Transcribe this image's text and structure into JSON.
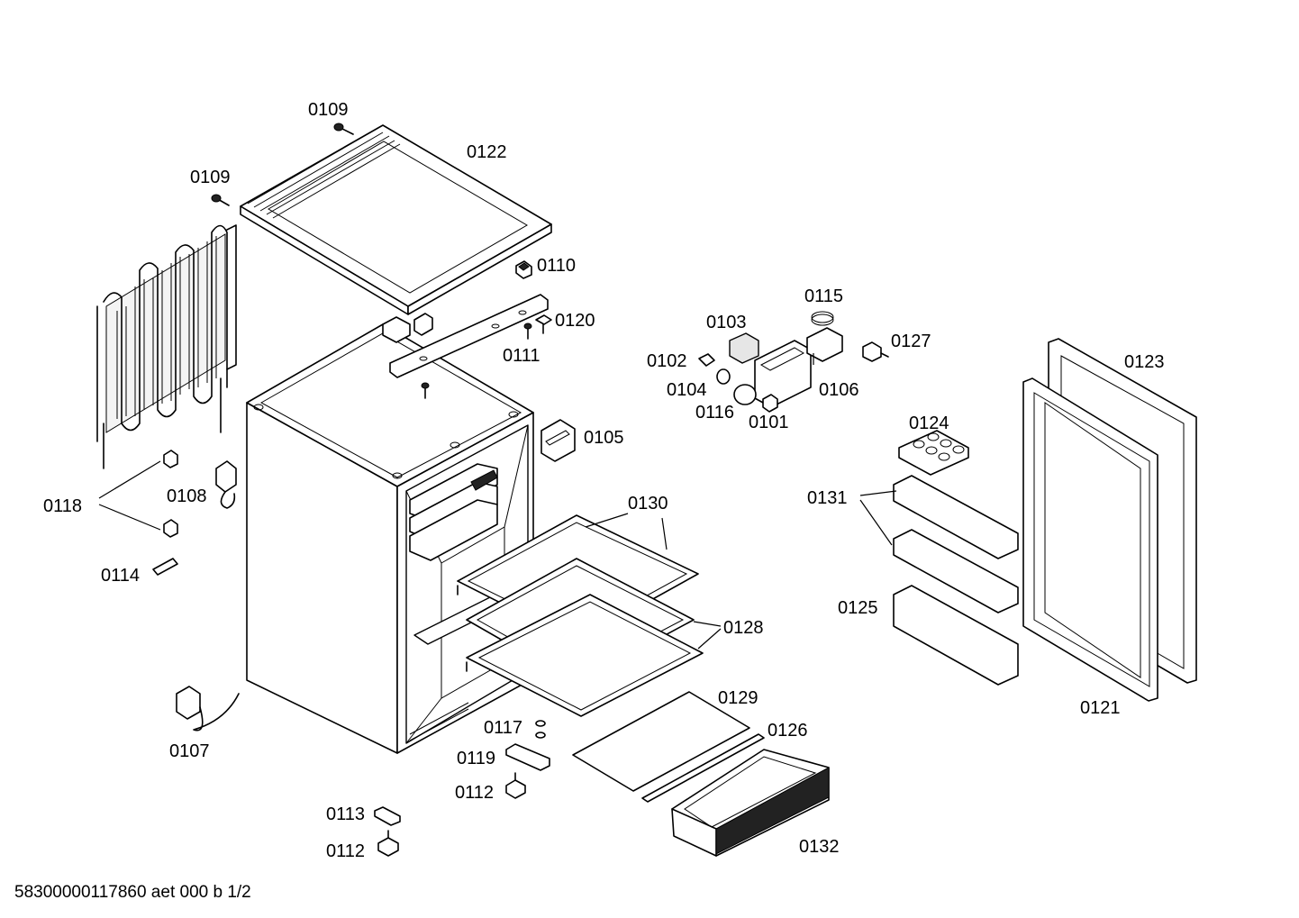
{
  "diagram": {
    "labels": {
      "l0109a": "0109",
      "l0122": "0122",
      "l0109b": "0109",
      "l0110": "0110",
      "l0120": "0120",
      "l0111": "0111",
      "l0115": "0115",
      "l0103": "0103",
      "l0127": "0127",
      "l0102": "0102",
      "l0104": "0104",
      "l0106": "0106",
      "l0116": "0116",
      "l0101": "0101",
      "l0123": "0123",
      "l0105": "0105",
      "l0124": "0124",
      "l0118": "0118",
      "l0108": "0108",
      "l0130": "0130",
      "l0131": "0131",
      "l0114": "0114",
      "l0125": "0125",
      "l0128": "0128",
      "l0129": "0129",
      "l0121": "0121",
      "l0117": "0117",
      "l0126": "0126",
      "l0107": "0107",
      "l0119": "0119",
      "l0112a": "0112",
      "l0113": "0113",
      "l0112b": "0112",
      "l0132": "0132"
    },
    "footer": "58300000117860 aet 000 b 1/2"
  }
}
